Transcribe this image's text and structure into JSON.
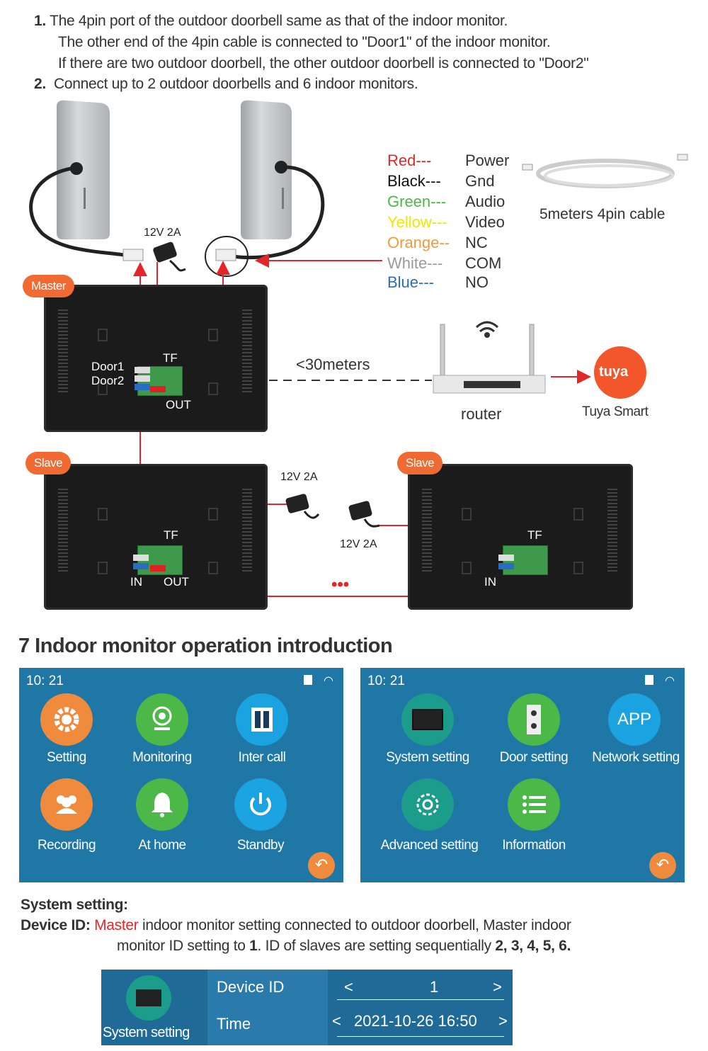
{
  "intro": {
    "line1_num": "1.",
    "line1": " The 4pin port of the outdoor doorbell same as that of the indoor monitor.",
    "line2": "The other end of the 4pin cable is connected to \"Door1\" of the indoor monitor.",
    "line3": "If there are two outdoor doorbell, the other outdoor doorbell is connected to \"Door2\"",
    "line4_num": "2.",
    "line4": "Connect up to 2 outdoor doorbells and 6 indoor monitors."
  },
  "wiring": {
    "entries": [
      {
        "color_name": "Red---",
        "function": "Power",
        "color": "#e3262a"
      },
      {
        "color_name": "Black---",
        "function": "Gnd",
        "color": "#111111"
      },
      {
        "color_name": "Green---",
        "function": "Audio",
        "color": "#4cb848"
      },
      {
        "color_name": "Yellow---",
        "function": "Video",
        "color": "#f2e600"
      },
      {
        "color_name": "Orange--",
        "function": "NC",
        "color": "#f39a3a"
      },
      {
        "color_name": "White---",
        "function": "COM",
        "color": "#9a9a9a"
      },
      {
        "color_name": "Blue---",
        "function": "NO",
        "color": "#2a6cc0"
      }
    ],
    "cable_label": "5meters 4pin cable"
  },
  "diagram": {
    "power1": "12V 2A",
    "power2": "12V 2A",
    "power3": "12V 2A",
    "master": "Master",
    "slave1": "Slave",
    "slave2": "Slave",
    "door1": "Door1",
    "door2": "Door2",
    "tf": "TF",
    "out": "OUT",
    "in": "IN",
    "distance": "<30meters",
    "router": "router",
    "tuya_logo": "tuya",
    "tuya": "Tuya Smart",
    "dots": "•••"
  },
  "section": {
    "title": "7  Indoor monitor operation introduction"
  },
  "panel1": {
    "time": "10: 21",
    "items": [
      {
        "label": "Setting",
        "icon": "gear-icon"
      },
      {
        "label": "Monitoring",
        "icon": "camera-icon"
      },
      {
        "label": "Inter call",
        "icon": "intercom-icon"
      },
      {
        "label": "Recording",
        "icon": "people-icon"
      },
      {
        "label": "At home",
        "icon": "bell-icon"
      },
      {
        "label": "Standby",
        "icon": "power-icon"
      }
    ]
  },
  "panel2": {
    "time": "10: 21",
    "items": [
      {
        "label": "System setting",
        "icon": "monitor-icon"
      },
      {
        "label": "Door setting",
        "icon": "doorbell-icon"
      },
      {
        "label": "Network setting",
        "icon": "app-icon",
        "icon_text": "APP"
      },
      {
        "label": "Advanced setting",
        "icon": "advanced-gear-icon"
      },
      {
        "label": "Information",
        "icon": "list-icon"
      }
    ]
  },
  "system": {
    "heading": "System setting:",
    "device_id_label": "Device ID:",
    "master_word": "Master",
    "desc1": " indoor  monitor setting connected to outdoor doorbell,  Master indoor",
    "desc2_a": "monitor ID setting to ",
    "desc2_b": "1",
    "desc2_c": ".  ID of slaves are setting sequentially ",
    "desc2_d": "2, 3, 4, 5, 6."
  },
  "bar": {
    "label": "System setting",
    "row1_name": "Device ID",
    "row1_left": "<",
    "row1_value": "1",
    "row1_right": ">",
    "row2_name": "Time",
    "row2_left": "<",
    "row2_value": "2021-10-26 16:50",
    "row2_right": ">"
  }
}
